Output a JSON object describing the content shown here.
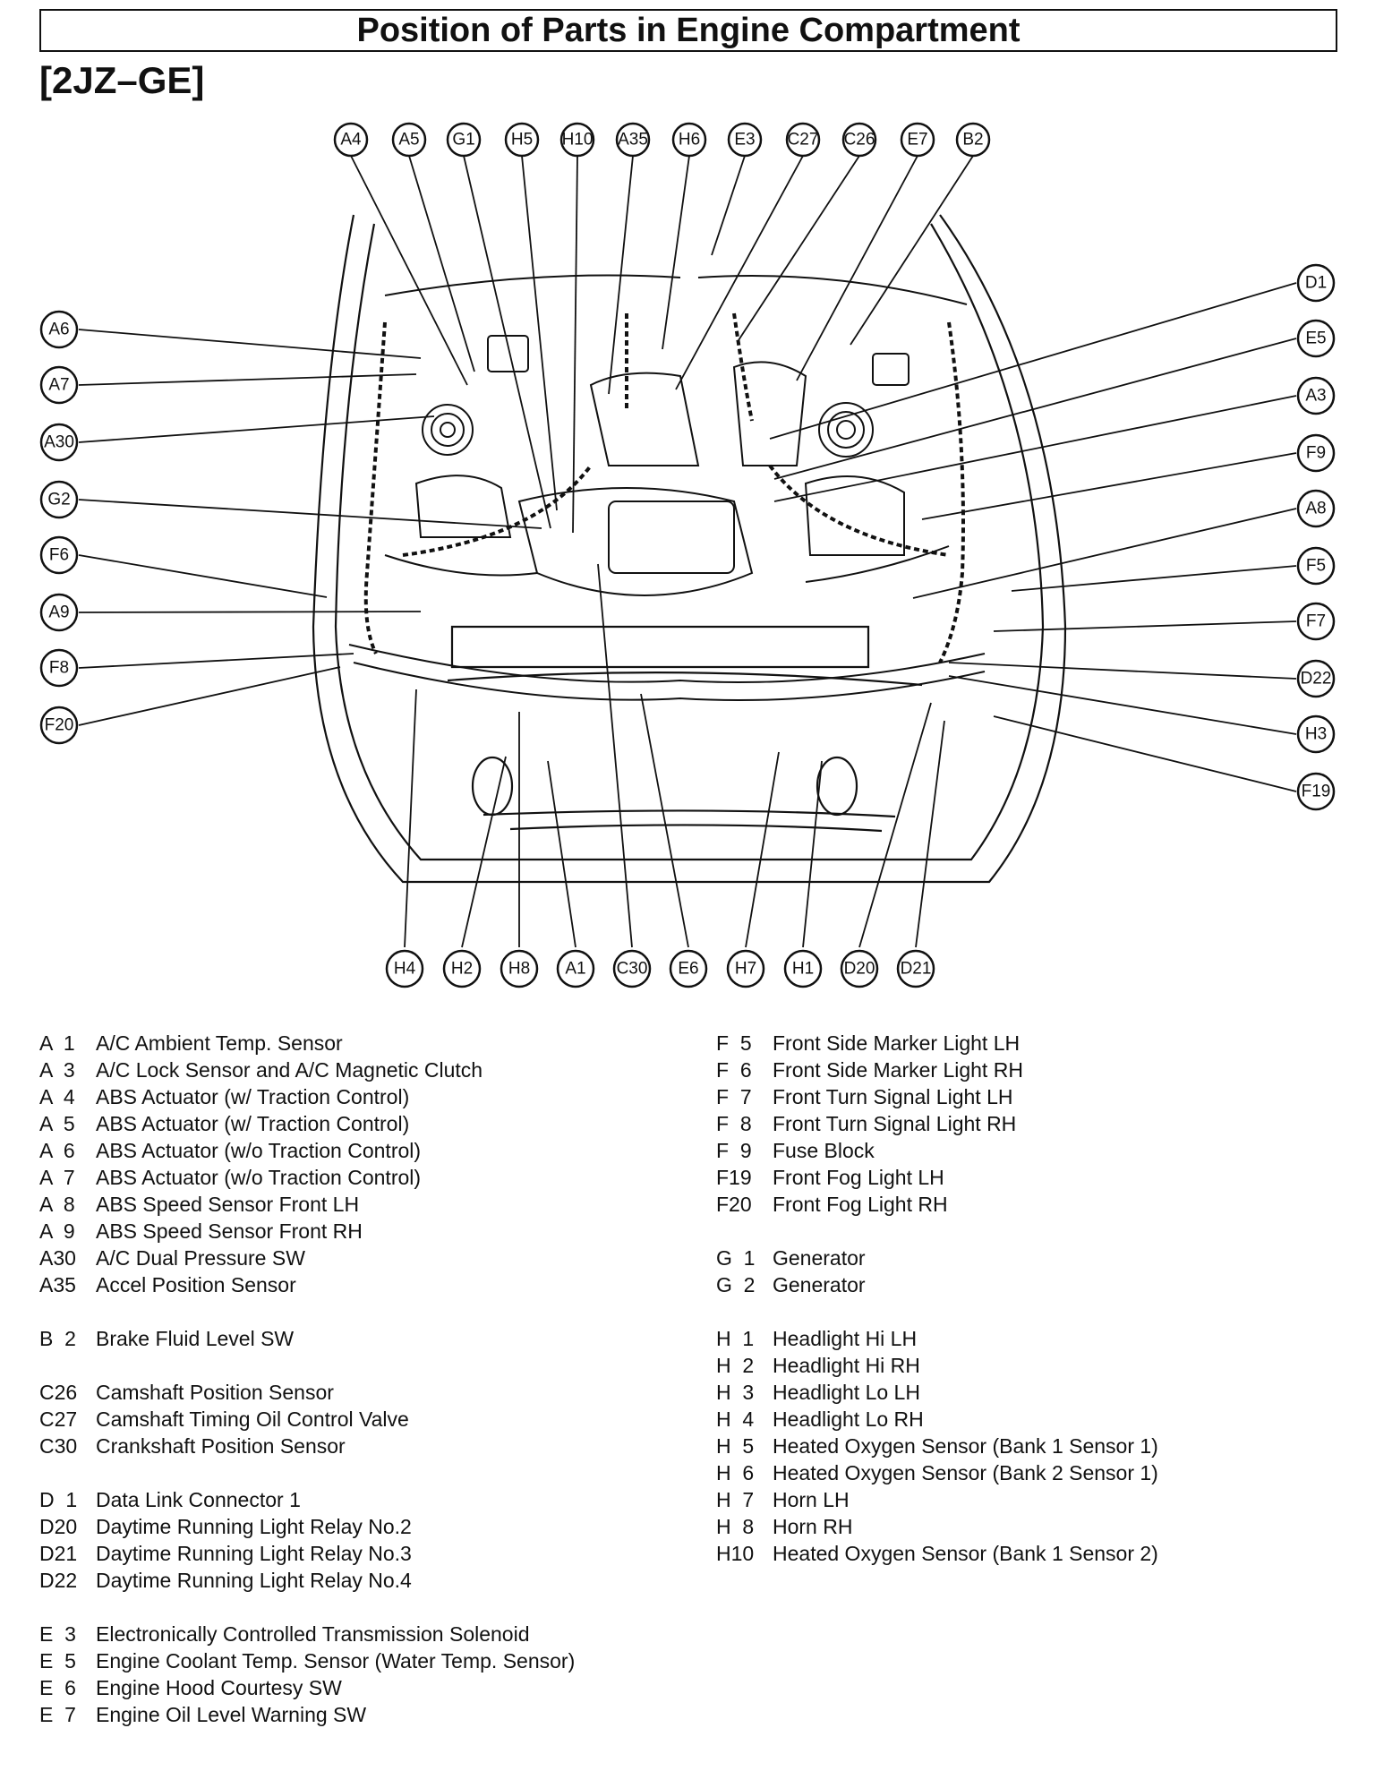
{
  "title": "Position of Parts in Engine Compartment",
  "subtitle": "[2JZ–GE]",
  "callouts": {
    "A4": "A4",
    "A5": "A5",
    "G1": "G1",
    "H5": "H5",
    "H10": "H10",
    "A35": "A35",
    "H6": "H6",
    "E3": "E3",
    "C27": "C27",
    "C26": "C26",
    "E7": "E7",
    "B2": "B2",
    "A6": "A6",
    "A7": "A7",
    "A30": "A30",
    "G2": "G2",
    "F6": "F6",
    "A9": "A9",
    "F8": "F8",
    "F20": "F20",
    "D1": "D1",
    "E5": "E5",
    "A3": "A3",
    "F9": "F9",
    "A8": "A8",
    "F5": "F5",
    "F7": "F7",
    "D22": "D22",
    "H3": "H3",
    "F19": "F19",
    "H4": "H4",
    "H2": "H2",
    "H8": "H8",
    "A1": "A1",
    "C30": "C30",
    "E6": "E6",
    "H7": "H7",
    "H1": "H1",
    "D20": "D20",
    "D21": "D21"
  },
  "legend_left": [
    {
      "code": "A  1",
      "name": "A/C Ambient Temp. Sensor"
    },
    {
      "code": "A  3",
      "name": "A/C Lock Sensor and A/C Magnetic Clutch"
    },
    {
      "code": "A  4",
      "name": "ABS Actuator (w/ Traction Control)"
    },
    {
      "code": "A  5",
      "name": "ABS Actuator (w/ Traction Control)"
    },
    {
      "code": "A  6",
      "name": "ABS Actuator (w/o Traction Control)"
    },
    {
      "code": "A  7",
      "name": "ABS Actuator (w/o Traction Control)"
    },
    {
      "code": "A  8",
      "name": "ABS Speed Sensor Front LH"
    },
    {
      "code": "A  9",
      "name": "ABS Speed Sensor Front RH"
    },
    {
      "code": "A30",
      "name": "A/C Dual Pressure SW"
    },
    {
      "code": "A35",
      "name": "Accel Position Sensor"
    },
    {
      "code": "",
      "name": ""
    },
    {
      "code": "B  2",
      "name": "Brake Fluid Level SW"
    },
    {
      "code": "",
      "name": ""
    },
    {
      "code": "C26",
      "name": "Camshaft Position Sensor"
    },
    {
      "code": "C27",
      "name": "Camshaft Timing Oil Control Valve"
    },
    {
      "code": "C30",
      "name": "Crankshaft Position Sensor"
    },
    {
      "code": "",
      "name": ""
    },
    {
      "code": "D  1",
      "name": "Data Link Connector 1"
    },
    {
      "code": "D20",
      "name": "Daytime Running Light Relay No.2"
    },
    {
      "code": "D21",
      "name": "Daytime Running Light Relay No.3"
    },
    {
      "code": "D22",
      "name": "Daytime Running Light Relay No.4"
    },
    {
      "code": "",
      "name": ""
    },
    {
      "code": "E  3",
      "name": "Electronically Controlled Transmission Solenoid"
    },
    {
      "code": "E  5",
      "name": "Engine Coolant Temp. Sensor (Water Temp. Sensor)"
    },
    {
      "code": "E  6",
      "name": "Engine Hood Courtesy SW"
    },
    {
      "code": "E  7",
      "name": "Engine Oil Level Warning SW"
    }
  ],
  "legend_right": [
    {
      "code": "F  5",
      "name": "Front Side Marker Light LH"
    },
    {
      "code": "F  6",
      "name": "Front Side Marker Light RH"
    },
    {
      "code": "F  7",
      "name": "Front Turn Signal Light LH"
    },
    {
      "code": "F  8",
      "name": "Front Turn Signal Light RH"
    },
    {
      "code": "F  9",
      "name": "Fuse Block"
    },
    {
      "code": "F19",
      "name": "Front Fog Light LH"
    },
    {
      "code": "F20",
      "name": "Front Fog Light RH"
    },
    {
      "code": "",
      "name": ""
    },
    {
      "code": "G  1",
      "name": "Generator"
    },
    {
      "code": "G  2",
      "name": "Generator"
    },
    {
      "code": "",
      "name": ""
    },
    {
      "code": "H  1",
      "name": "Headlight Hi LH"
    },
    {
      "code": "H  2",
      "name": "Headlight Hi RH"
    },
    {
      "code": "H  3",
      "name": "Headlight Lo LH"
    },
    {
      "code": "H  4",
      "name": "Headlight Lo RH"
    },
    {
      "code": "H  5",
      "name": "Heated Oxygen Sensor (Bank 1 Sensor 1)"
    },
    {
      "code": "H  6",
      "name": "Heated Oxygen Sensor (Bank 2 Sensor 1)"
    },
    {
      "code": "H  7",
      "name": "Horn LH"
    },
    {
      "code": "H  8",
      "name": "Horn RH"
    },
    {
      "code": "H10",
      "name": "Heated Oxygen Sensor (Bank 1 Sensor 2)"
    }
  ]
}
